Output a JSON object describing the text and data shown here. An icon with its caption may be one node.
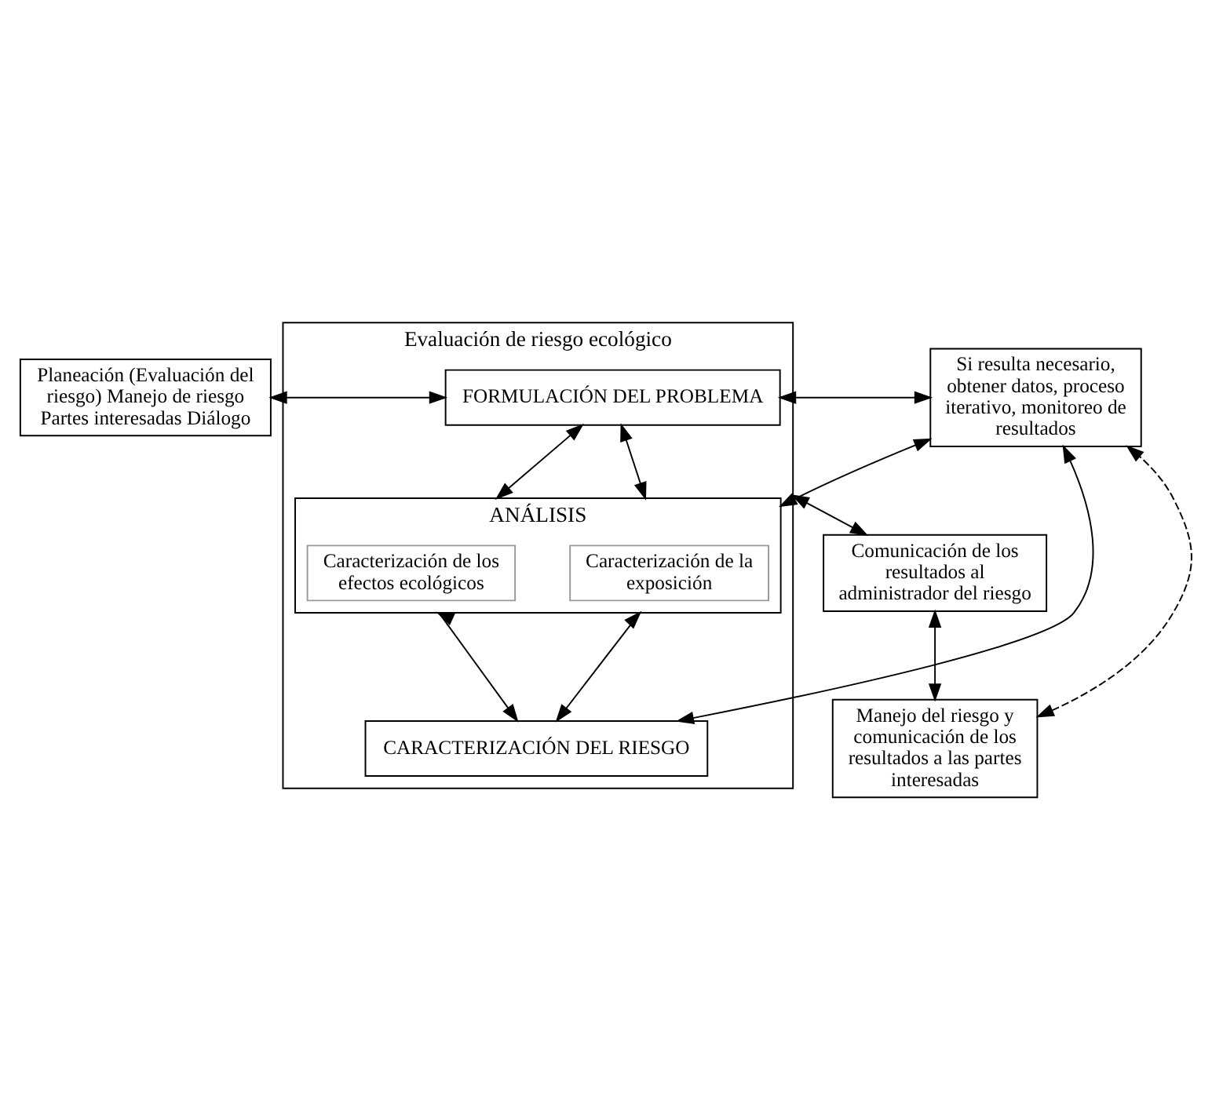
{
  "diagram": {
    "nodes": [
      {
        "text": [
          "Planeación (Evaluación del riesgo) Manejo de riesgo Partes interesadas Diálogo"
        ]
      },
      {
        "text": [
          "Evaluación de riesgo ecológico"
        ]
      },
      {
        "text": [
          "FORMULACIÓN DEL PROBLEMA"
        ],
        "in": 1
      },
      {
        "text": [
          "ANÁLISIS"
        ],
        "in": 1
      },
      {
        "text": [
          "Caracterización de la exposición"
        ],
        "in": 3
      },
      {
        "text": [
          "Caracterización de los efectos ecológicos"
        ],
        "in": 3
      },
      {
        "text": [
          "CARACTERIZACIÓN DEL RIESGO"
        ],
        "in": 1
      },
      {
        "text": [
          "Comunicación de los resultados al administrador del riesgo"
        ]
      },
      {
        "text": [
          "Manejo del riesgo y comunicación de los resultados a las partes interesadas"
        ]
      },
      {
        "text": [
          "Si resulta necesario, obtener datos, proceso iterativo, monitoreo de resultados"
        ]
      }
    ],
    "edges": [
      {
        "from": 0,
        "to": 2,
        "arrow": "both"
      },
      {
        "from": 2,
        "to": 3,
        "arrow": "both"
      },
      {
        "from": 2,
        "to": 3,
        "arrow": "both"
      },
      {
        "from": 2,
        "to": 9,
        "arrow": "both"
      },
      {
        "from": 3,
        "to": 9,
        "arrow": "both"
      },
      {
        "from": 3,
        "to": 6,
        "arrow": "both"
      },
      {
        "from": 3,
        "to": 6,
        "arrow": "both"
      },
      {
        "from": 6,
        "to": 9,
        "arrow": "both"
      },
      {
        "from": 1,
        "to": 7,
        "arrow": "both"
      },
      {
        "from": 7,
        "to": 8,
        "arrow": "both"
      },
      {
        "from": 8,
        "to": 9,
        "arrow": "both",
        "style": "dashed"
      }
    ]
  }
}
